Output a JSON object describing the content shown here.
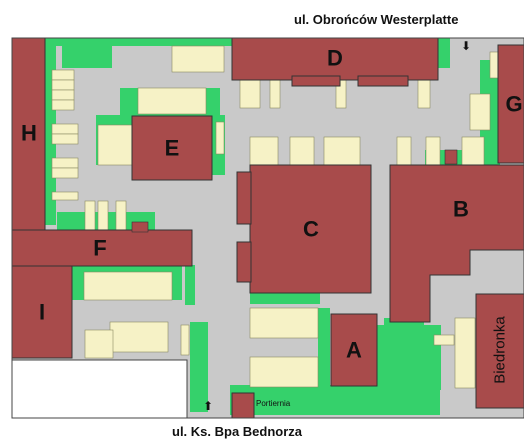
{
  "streets": {
    "top": "ul. Obrońców Westerplatte",
    "bottom": "ul. Ks. Bpa Bednorza"
  },
  "buildings": {
    "A": "A",
    "B": "B",
    "C": "C",
    "D": "D",
    "E": "E",
    "F": "F",
    "G": "G",
    "H": "H",
    "I": "I",
    "biedronka": "Biedronka",
    "portiernia": "Portiernia"
  },
  "entrances": {
    "top_arrow": "⬇",
    "bottom_arrow": "⬆"
  },
  "colors": {
    "building": "#a84b4b",
    "green_area": "#35d16b",
    "lot": "#c9c9c9",
    "parking": "#f6f2c6"
  }
}
